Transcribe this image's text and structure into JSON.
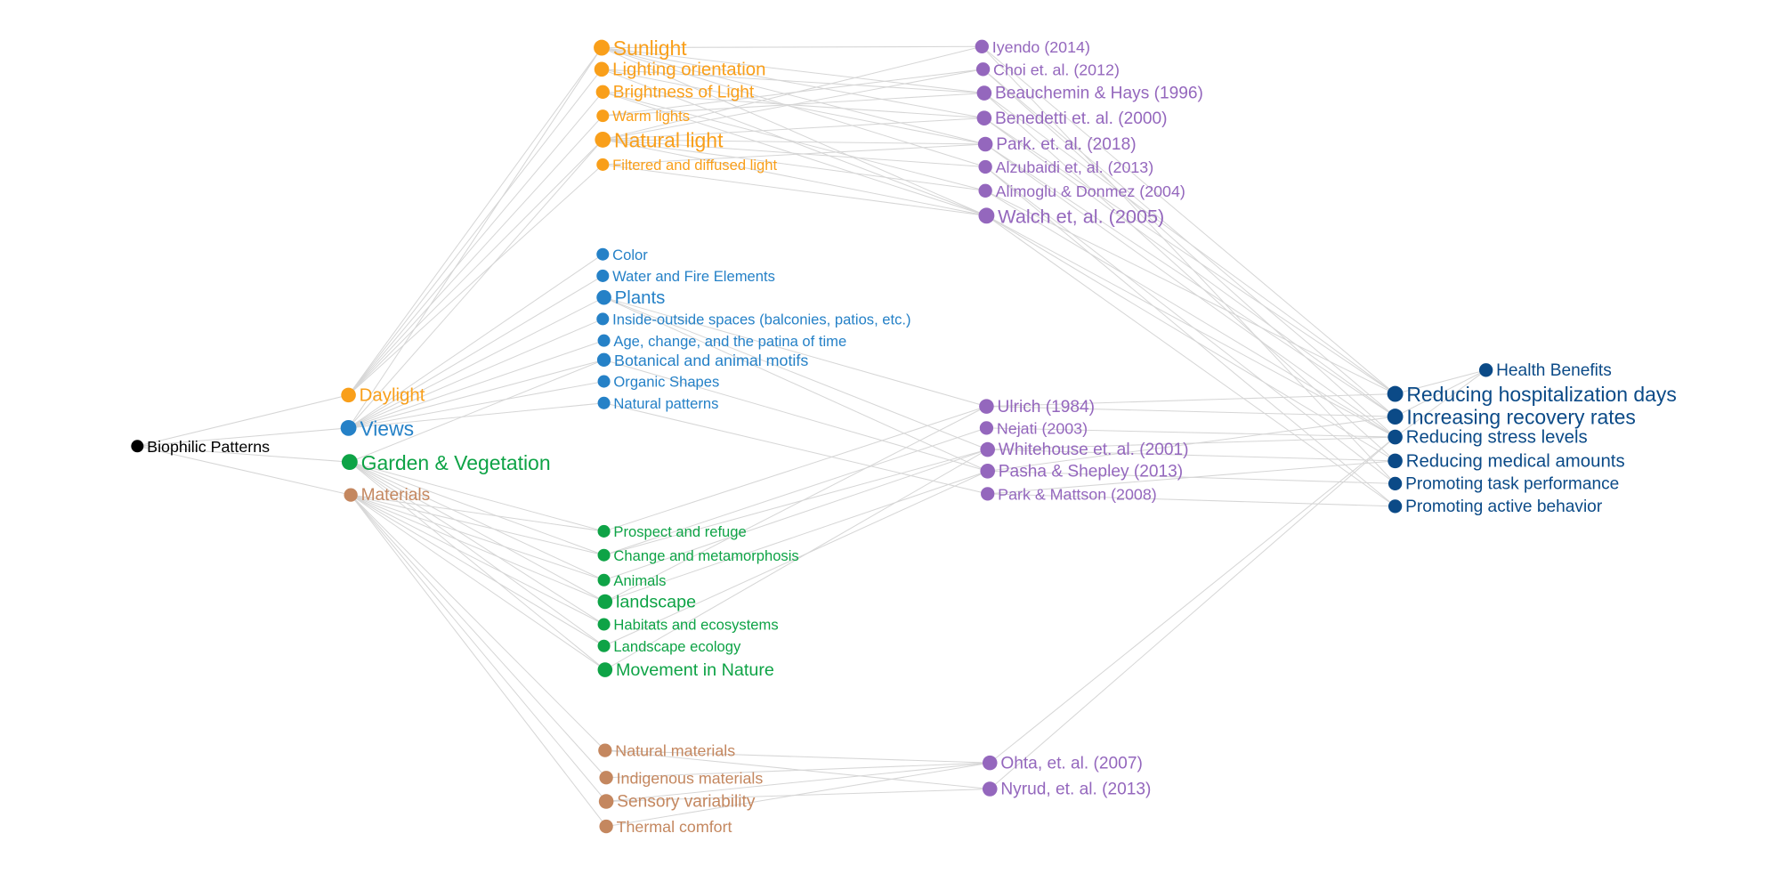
{
  "colors": {
    "root": "#000000",
    "daylight": "#f99f1a",
    "views": "#2581c7",
    "garden": "#0ea346",
    "materials": "#c4875f",
    "study": "#9467bd",
    "outcome": "#0b4a87",
    "edge": "#d6d6d6"
  },
  "nodes": [
    {
      "id": "root",
      "label": "Biophilic Patterns",
      "group": "root"
    },
    {
      "id": "daylight",
      "label": "Daylight",
      "group": "daylight"
    },
    {
      "id": "views",
      "label": "Views",
      "group": "views"
    },
    {
      "id": "garden",
      "label": "Garden & Vegetation",
      "group": "garden"
    },
    {
      "id": "materials",
      "label": "Materials",
      "group": "materials"
    },
    {
      "id": "sunlight",
      "label": "Sunlight",
      "group": "daylight"
    },
    {
      "id": "lighting_orientation",
      "label": "Lighting orientation",
      "group": "daylight"
    },
    {
      "id": "brightness",
      "label": "Brightness of Light",
      "group": "daylight"
    },
    {
      "id": "warm_lights",
      "label": "Warm lights",
      "group": "daylight"
    },
    {
      "id": "natural_light",
      "label": "Natural light",
      "group": "daylight"
    },
    {
      "id": "filtered",
      "label": "Filtered and diffused light",
      "group": "daylight"
    },
    {
      "id": "color",
      "label": "Color",
      "group": "views"
    },
    {
      "id": "water_fire",
      "label": "Water and Fire Elements",
      "group": "views"
    },
    {
      "id": "plants",
      "label": "Plants",
      "group": "views"
    },
    {
      "id": "inside_outside",
      "label": "Inside-outside spaces (balconies, patios, etc.)",
      "group": "views"
    },
    {
      "id": "age_change",
      "label": "Age, change, and the patina of time",
      "group": "views"
    },
    {
      "id": "botanical",
      "label": "Botanical and animal motifs",
      "group": "views"
    },
    {
      "id": "organic",
      "label": "Organic Shapes",
      "group": "views"
    },
    {
      "id": "natural_patterns",
      "label": "Natural patterns",
      "group": "views"
    },
    {
      "id": "prospect",
      "label": "Prospect and refuge",
      "group": "garden"
    },
    {
      "id": "metamorphosis",
      "label": "Change and metamorphosis",
      "group": "garden"
    },
    {
      "id": "animals",
      "label": "Animals",
      "group": "garden"
    },
    {
      "id": "landscape",
      "label": "landscape",
      "group": "garden"
    },
    {
      "id": "habitats",
      "label": "Habitats and ecosystems",
      "group": "garden"
    },
    {
      "id": "landscape_ecology",
      "label": "Landscape ecology",
      "group": "garden"
    },
    {
      "id": "movement",
      "label": "Movement in Nature",
      "group": "garden"
    },
    {
      "id": "natural_materials",
      "label": "Natural materials",
      "group": "materials"
    },
    {
      "id": "indigenous",
      "label": "Indigenous materials",
      "group": "materials"
    },
    {
      "id": "sensory",
      "label": "Sensory variability",
      "group": "materials"
    },
    {
      "id": "thermal",
      "label": "Thermal comfort",
      "group": "materials"
    },
    {
      "id": "iyendo",
      "label": "Iyendo (2014)",
      "group": "study"
    },
    {
      "id": "choi",
      "label": "Choi et. al. (2012)",
      "group": "study"
    },
    {
      "id": "beauchemin",
      "label": "Beauchemin & Hays (1996)",
      "group": "study"
    },
    {
      "id": "benedetti",
      "label": "Benedetti et. al. (2000)",
      "group": "study"
    },
    {
      "id": "park2018",
      "label": "Park. et. al. (2018)",
      "group": "study"
    },
    {
      "id": "alzubaidi",
      "label": "Alzubaidi et, al. (2013)",
      "group": "study"
    },
    {
      "id": "alimoglu",
      "label": "Alimoglu & Donmez (2004)",
      "group": "study"
    },
    {
      "id": "walch",
      "label": "Walch et, al. (2005)",
      "group": "study"
    },
    {
      "id": "ulrich",
      "label": "Ulrich (1984)",
      "group": "study"
    },
    {
      "id": "nejati",
      "label": "Nejati (2003)",
      "group": "study"
    },
    {
      "id": "whitehouse",
      "label": "Whitehouse et. al. (2001)",
      "group": "study"
    },
    {
      "id": "pasha",
      "label": "Pasha & Shepley (2013)",
      "group": "study"
    },
    {
      "id": "park_mattson",
      "label": "Park & Mattson (2008)",
      "group": "study"
    },
    {
      "id": "ohta",
      "label": "Ohta, et. al. (2007)",
      "group": "study"
    },
    {
      "id": "nyrud",
      "label": "Nyrud, et. al. (2013)",
      "group": "study"
    },
    {
      "id": "health",
      "label": "Health Benefits",
      "group": "outcome"
    },
    {
      "id": "hosp_days",
      "label": "Reducing hospitalization days",
      "group": "outcome"
    },
    {
      "id": "recovery",
      "label": "Increasing recovery rates",
      "group": "outcome"
    },
    {
      "id": "stress",
      "label": "Reducing stress levels",
      "group": "outcome"
    },
    {
      "id": "medical",
      "label": "Reducing medical amounts",
      "group": "outcome"
    },
    {
      "id": "task",
      "label": "Promoting task performance",
      "group": "outcome"
    },
    {
      "id": "active",
      "label": "Promoting active behavior",
      "group": "outcome"
    }
  ],
  "edges": [
    [
      "root",
      "daylight"
    ],
    [
      "root",
      "views"
    ],
    [
      "root",
      "garden"
    ],
    [
      "root",
      "materials"
    ],
    [
      "daylight",
      "sunlight"
    ],
    [
      "daylight",
      "lighting_orientation"
    ],
    [
      "daylight",
      "brightness"
    ],
    [
      "daylight",
      "warm_lights"
    ],
    [
      "daylight",
      "natural_light"
    ],
    [
      "daylight",
      "filtered"
    ],
    [
      "views",
      "sunlight"
    ],
    [
      "views",
      "natural_light"
    ],
    [
      "views",
      "color"
    ],
    [
      "views",
      "water_fire"
    ],
    [
      "views",
      "plants"
    ],
    [
      "views",
      "inside_outside"
    ],
    [
      "views",
      "age_change"
    ],
    [
      "views",
      "botanical"
    ],
    [
      "views",
      "organic"
    ],
    [
      "views",
      "natural_patterns"
    ],
    [
      "garden",
      "prospect"
    ],
    [
      "garden",
      "metamorphosis"
    ],
    [
      "garden",
      "animals"
    ],
    [
      "garden",
      "landscape"
    ],
    [
      "garden",
      "habitats"
    ],
    [
      "garden",
      "landscape_ecology"
    ],
    [
      "garden",
      "movement"
    ],
    [
      "garden",
      "botanical"
    ],
    [
      "materials",
      "prospect"
    ],
    [
      "materials",
      "metamorphosis"
    ],
    [
      "materials",
      "animals"
    ],
    [
      "materials",
      "landscape"
    ],
    [
      "materials",
      "habitats"
    ],
    [
      "materials",
      "landscape_ecology"
    ],
    [
      "materials",
      "movement"
    ],
    [
      "materials",
      "natural_materials"
    ],
    [
      "materials",
      "indigenous"
    ],
    [
      "materials",
      "sensory"
    ],
    [
      "materials",
      "thermal"
    ],
    [
      "sunlight",
      "iyendo"
    ],
    [
      "sunlight",
      "beauchemin"
    ],
    [
      "sunlight",
      "benedetti"
    ],
    [
      "sunlight",
      "park2018"
    ],
    [
      "sunlight",
      "walch"
    ],
    [
      "sunlight",
      "alzubaidi"
    ],
    [
      "lighting_orientation",
      "beauchemin"
    ],
    [
      "lighting_orientation",
      "park2018"
    ],
    [
      "lighting_orientation",
      "walch"
    ],
    [
      "brightness",
      "benedetti"
    ],
    [
      "brightness",
      "walch"
    ],
    [
      "brightness",
      "alimoglu"
    ],
    [
      "warm_lights",
      "choi"
    ],
    [
      "warm_lights",
      "beauchemin"
    ],
    [
      "natural_light",
      "iyendo"
    ],
    [
      "natural_light",
      "choi"
    ],
    [
      "natural_light",
      "benedetti"
    ],
    [
      "natural_light",
      "park2018"
    ],
    [
      "natural_light",
      "alzubaidi"
    ],
    [
      "natural_light",
      "alimoglu"
    ],
    [
      "natural_light",
      "walch"
    ],
    [
      "filtered",
      "walch"
    ],
    [
      "filtered",
      "park2018"
    ],
    [
      "plants",
      "ulrich"
    ],
    [
      "plants",
      "pasha"
    ],
    [
      "plants",
      "whitehouse"
    ],
    [
      "botanical",
      "pasha"
    ],
    [
      "natural_patterns",
      "park_mattson"
    ],
    [
      "prospect",
      "ulrich"
    ],
    [
      "metamorphosis",
      "nejati"
    ],
    [
      "metamorphosis",
      "whitehouse"
    ],
    [
      "animals",
      "whitehouse"
    ],
    [
      "landscape",
      "pasha"
    ],
    [
      "landscape",
      "ulrich"
    ],
    [
      "movement",
      "whitehouse"
    ],
    [
      "landscape_ecology",
      "pasha"
    ],
    [
      "natural_materials",
      "ohta"
    ],
    [
      "natural_materials",
      "nyrud"
    ],
    [
      "indigenous",
      "ohta"
    ],
    [
      "sensory",
      "ohta"
    ],
    [
      "sensory",
      "nyrud"
    ],
    [
      "thermal",
      "ohta"
    ],
    [
      "iyendo",
      "hosp_days"
    ],
    [
      "iyendo",
      "task"
    ],
    [
      "choi",
      "recovery"
    ],
    [
      "choi",
      "stress"
    ],
    [
      "beauchemin",
      "hosp_days"
    ],
    [
      "beauchemin",
      "medical"
    ],
    [
      "benedetti",
      "hosp_days"
    ],
    [
      "benedetti",
      "recovery"
    ],
    [
      "park2018",
      "recovery"
    ],
    [
      "park2018",
      "stress"
    ],
    [
      "alzubaidi",
      "task"
    ],
    [
      "alzubaidi",
      "active"
    ],
    [
      "alimoglu",
      "stress"
    ],
    [
      "alimoglu",
      "hosp_days"
    ],
    [
      "walch",
      "medical"
    ],
    [
      "walch",
      "stress"
    ],
    [
      "walch",
      "active"
    ],
    [
      "ulrich",
      "hosp_days"
    ],
    [
      "ulrich",
      "recovery"
    ],
    [
      "nejati",
      "stress"
    ],
    [
      "whitehouse",
      "stress"
    ],
    [
      "whitehouse",
      "medical"
    ],
    [
      "pasha",
      "task"
    ],
    [
      "pasha",
      "recovery"
    ],
    [
      "park_mattson",
      "active"
    ],
    [
      "park_mattson",
      "medical"
    ],
    [
      "ohta",
      "stress"
    ],
    [
      "nyrud",
      "stress"
    ],
    [
      "health",
      "hosp_days"
    ],
    [
      "health",
      "recovery"
    ],
    [
      "health",
      "stress"
    ]
  ]
}
